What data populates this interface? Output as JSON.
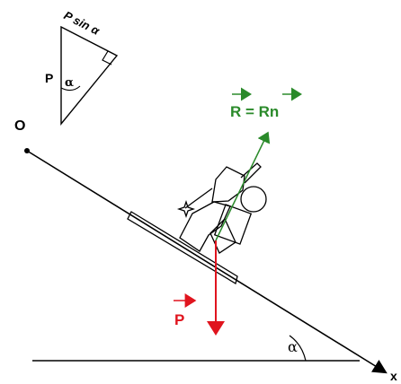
{
  "labels": {
    "origin": "O",
    "axis": "x",
    "force_p": "P",
    "reaction": "R = Rn",
    "inset_hyp": "P",
    "inset_side": "P sin α",
    "inset_angle": "α",
    "slope_angle": "α"
  },
  "colors": {
    "force_p": "#e0141e",
    "reaction": "#2a8a2a",
    "ink": "#000000"
  },
  "icons": {
    "skier": "skier-figure"
  }
}
